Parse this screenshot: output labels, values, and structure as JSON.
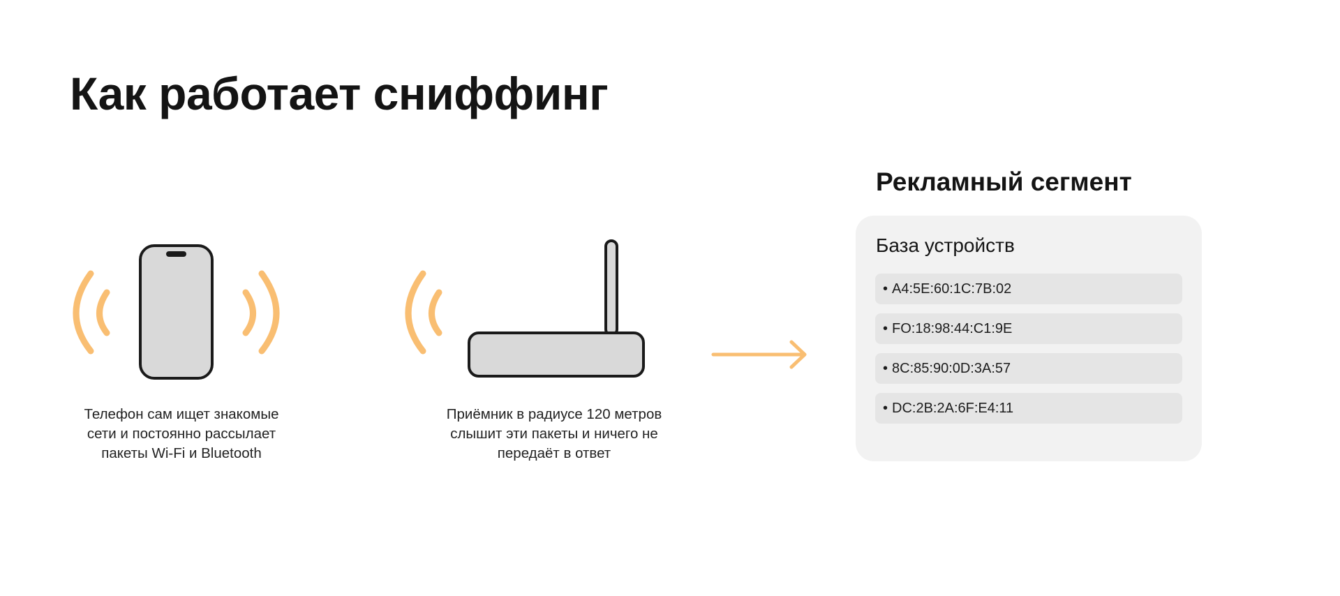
{
  "title": "Как работает сниффинг",
  "phone": {
    "caption_lines": [
      "Телефон сам ищет знакомые",
      "сети и постоянно рассылает",
      "пакеты Wi-Fi и Bluetooth"
    ]
  },
  "receiver": {
    "caption_lines": [
      "Приёмник в радиусе 120 метров",
      "слышит эти пакеты и ничего не",
      "передаёт в ответ"
    ]
  },
  "segment": {
    "title": "Рекламный сегмент",
    "database": {
      "title": "База устройств",
      "bullet": "•",
      "devices": [
        "A4:5E:60:1C:7B:02",
        "FO:18:98:44:C1:9E",
        "8C:85:90:0D:3A:57",
        "DC:2B:2A:6F:E4:11"
      ]
    }
  },
  "colors": {
    "signal": "#f9be72",
    "device_fill": "#d9d9d9",
    "outline": "#1a1a1a",
    "card_bg": "#f2f2f2",
    "row_bg": "#e5e5e5"
  },
  "icons": [
    "smartphone-icon",
    "wifi-signal-icon",
    "router-icon",
    "arrow-right-icon"
  ]
}
